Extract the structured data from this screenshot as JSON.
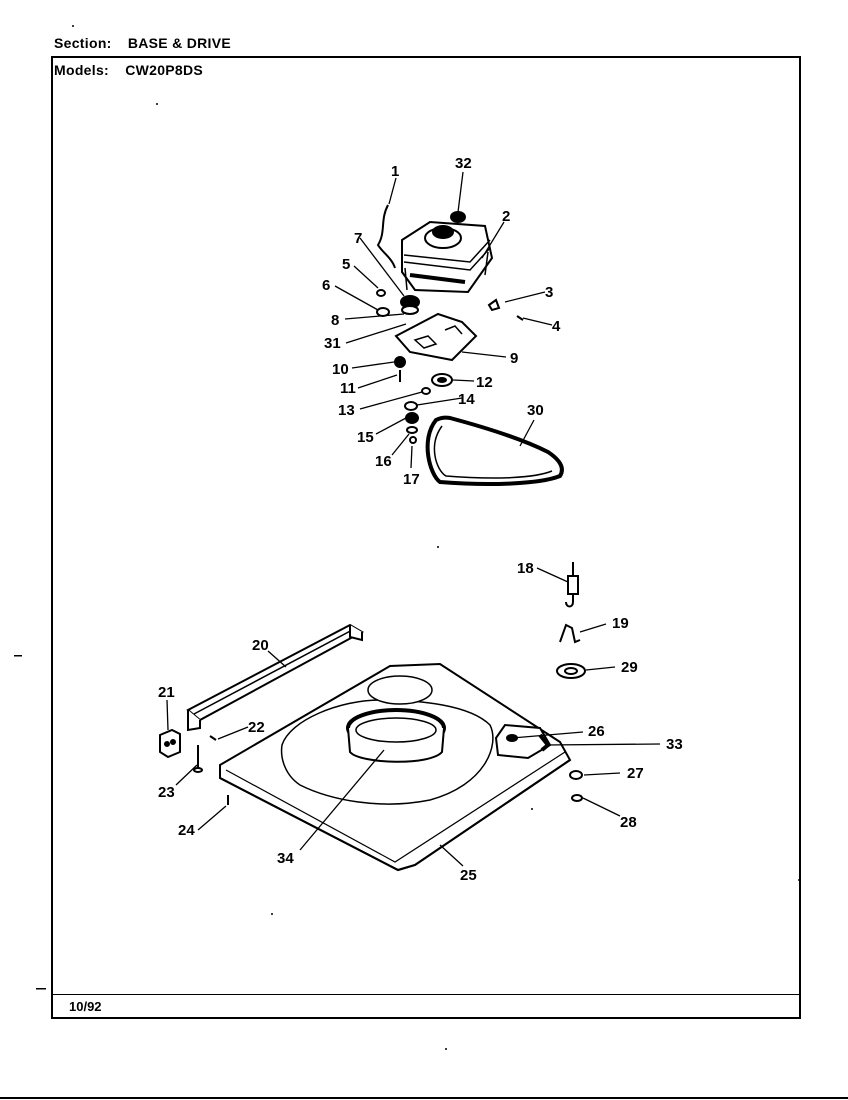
{
  "header": {
    "section_key": "Section:",
    "section_value": "BASE & DRIVE",
    "models_key": "Models:",
    "models_value": "CW20P8DS"
  },
  "footer": {
    "date": "10/92"
  },
  "callouts": [
    "1",
    "2",
    "3",
    "4",
    "5",
    "6",
    "7",
    "8",
    "9",
    "10",
    "11",
    "12",
    "13",
    "14",
    "15",
    "16",
    "17",
    "18",
    "19",
    "20",
    "21",
    "22",
    "23",
    "24",
    "25",
    "26",
    "27",
    "28",
    "29",
    "30",
    "31",
    "32",
    "33",
    "34"
  ]
}
